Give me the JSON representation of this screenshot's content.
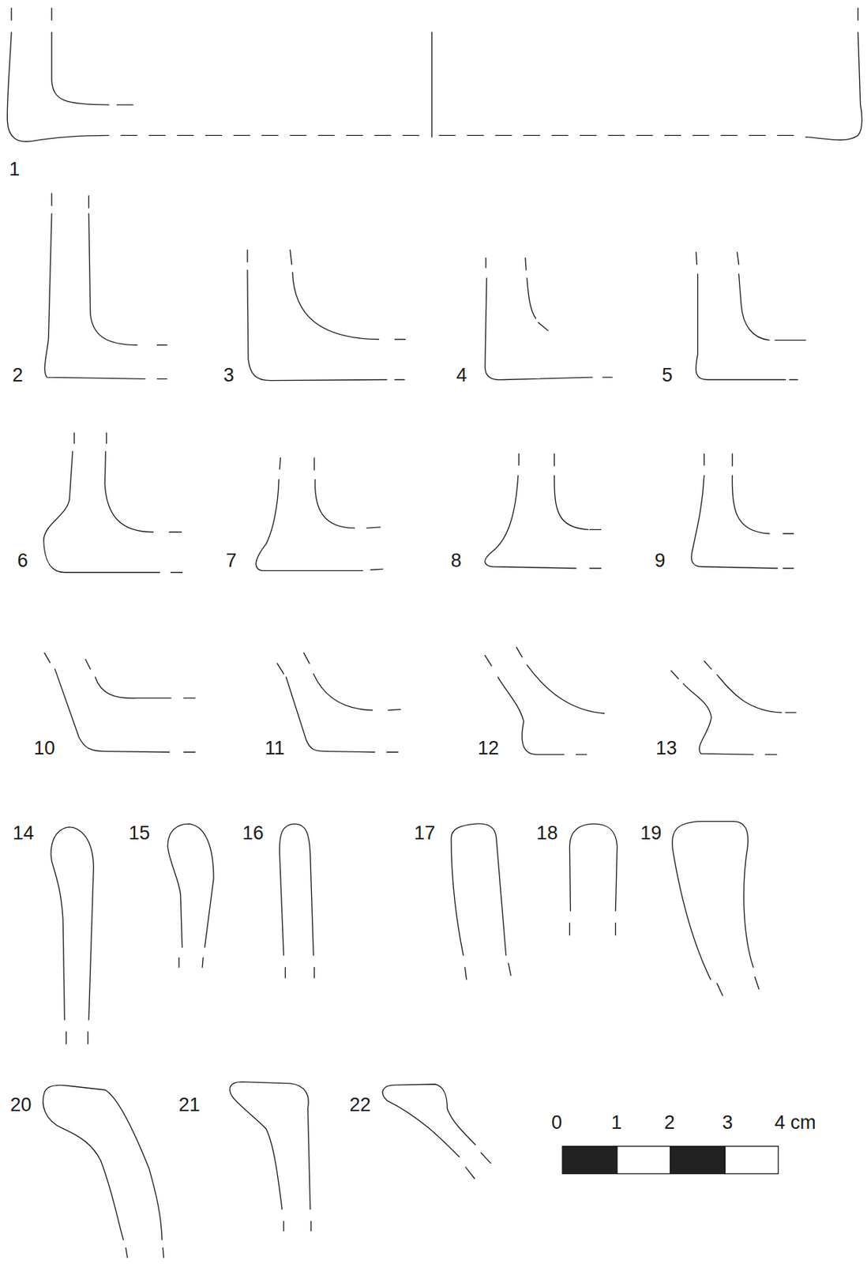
{
  "diagram": {
    "labels": [
      "1",
      "2",
      "3",
      "4",
      "5",
      "6",
      "7",
      "8",
      "9",
      "10",
      "11",
      "12",
      "13",
      "14",
      "15",
      "16",
      "17",
      "18",
      "19",
      "20",
      "21",
      "22",
      "0",
      "1",
      "2",
      "3",
      "4 cm"
    ]
  }
}
